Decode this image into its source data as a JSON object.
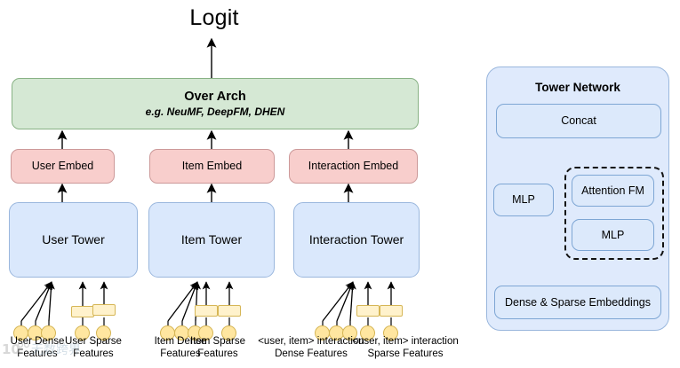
{
  "diagram": {
    "title_text": "Logit",
    "left_panel": {
      "over_arch": {
        "title": "Over Arch",
        "subtitle": "e.g. NeuMF, DeepFM, DHEN",
        "fill": "#d5e8d4"
      },
      "embeds": [
        {
          "label": "User Embed",
          "fill": "#f8cecc"
        },
        {
          "label": "Item Embed",
          "fill": "#f8cecc"
        },
        {
          "label": "Interaction Embed",
          "fill": "#f8cecc"
        }
      ],
      "towers": [
        {
          "label": "User Tower",
          "fill": "#dae8fc"
        },
        {
          "label": "Item Tower",
          "fill": "#dae8fc"
        },
        {
          "label": "Interaction Tower",
          "fill": "#dae8fc"
        }
      ],
      "feature_groups": [
        {
          "label": "User Dense Features",
          "kind": "dense",
          "dense_count": 3
        },
        {
          "label": "User Sparse Features",
          "kind": "sparse",
          "sparse_count": 2
        },
        {
          "label": "Item Dense Features",
          "kind": "dense",
          "dense_count": 3
        },
        {
          "label": "Item Sparse Features",
          "kind": "sparse",
          "sparse_count": 2
        },
        {
          "label": "<user, item> interaction Dense Features",
          "kind": "dense",
          "dense_count": 3
        },
        {
          "label": "<user, item> interaction Sparse Features",
          "kind": "sparse",
          "sparse_count": 2
        }
      ]
    },
    "right_panel": {
      "title": "Tower Network",
      "fill": "#dfeafc",
      "nodes": [
        {
          "label": "Concat"
        },
        {
          "label": "MLP"
        },
        {
          "label": "Attention FM"
        },
        {
          "label": "MLP"
        },
        {
          "label": "Dense & Sparse Embeddings"
        }
      ]
    },
    "watermark_text": "10 无数跨界"
  }
}
